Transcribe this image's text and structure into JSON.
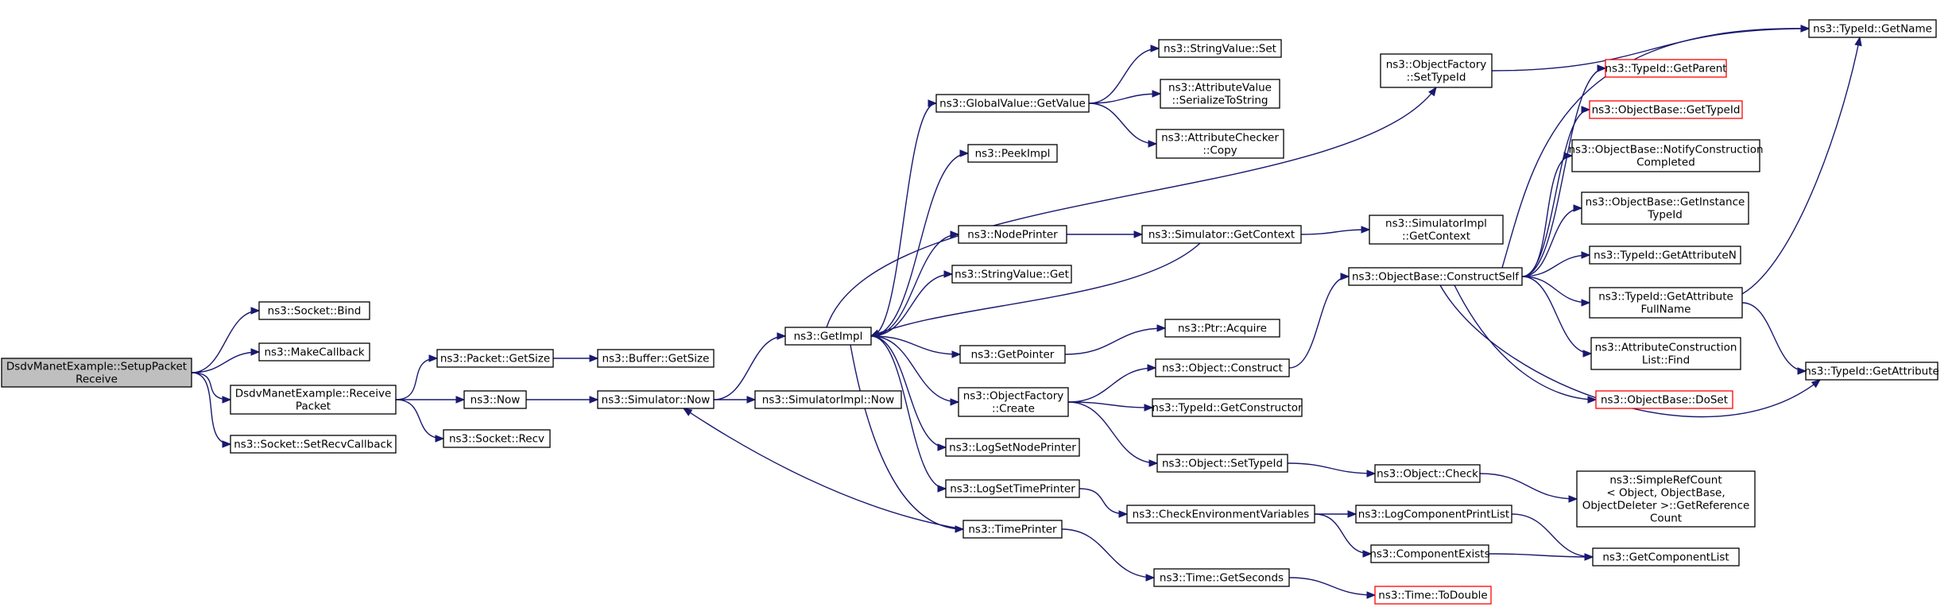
{
  "colors": {
    "edge": "#191970",
    "root_fill": "#bfbfbf",
    "red_border": "#ff0000"
  },
  "nodes": [
    {
      "id": "setup",
      "lines": [
        "DsdvManetExample::SetupPacket",
        "Receive"
      ],
      "style": "root"
    },
    {
      "id": "bind",
      "lines": [
        "ns3::Socket::Bind"
      ]
    },
    {
      "id": "makecb",
      "lines": [
        "ns3::MakeCallback"
      ]
    },
    {
      "id": "recvpkt",
      "lines": [
        "DsdvManetExample::Receive",
        "Packet"
      ]
    },
    {
      "id": "setrecvcb",
      "lines": [
        "ns3::Socket::SetRecvCallback"
      ]
    },
    {
      "id": "pktsize",
      "lines": [
        "ns3::Packet::GetSize"
      ]
    },
    {
      "id": "now",
      "lines": [
        "ns3::Now"
      ]
    },
    {
      "id": "sockrecv",
      "lines": [
        "ns3::Socket::Recv"
      ]
    },
    {
      "id": "bufsize",
      "lines": [
        "ns3::Buffer::GetSize"
      ]
    },
    {
      "id": "simnow",
      "lines": [
        "ns3::Simulator::Now"
      ]
    },
    {
      "id": "simimplnow",
      "lines": [
        "ns3::SimulatorImpl::Now"
      ]
    },
    {
      "id": "getimpl",
      "lines": [
        "ns3::GetImpl"
      ]
    },
    {
      "id": "gvgetvalue",
      "lines": [
        "ns3::GlobalValue::GetValue"
      ]
    },
    {
      "id": "peekimpl",
      "lines": [
        "ns3::PeekImpl"
      ]
    },
    {
      "id": "nodeprinter",
      "lines": [
        "ns3::NodePrinter"
      ]
    },
    {
      "id": "svget",
      "lines": [
        "ns3::StringValue::Get"
      ]
    },
    {
      "id": "getpointer",
      "lines": [
        "ns3::GetPointer"
      ]
    },
    {
      "id": "ofcreate",
      "lines": [
        "ns3::ObjectFactory",
        "::Create"
      ]
    },
    {
      "id": "logsetnode",
      "lines": [
        "ns3::LogSetNodePrinter"
      ]
    },
    {
      "id": "logsettime",
      "lines": [
        "ns3::LogSetTimePrinter"
      ]
    },
    {
      "id": "timeprinter",
      "lines": [
        "ns3::TimePrinter"
      ]
    },
    {
      "id": "svset",
      "lines": [
        "ns3::StringValue::Set"
      ]
    },
    {
      "id": "avser",
      "lines": [
        "ns3::AttributeValue",
        "::SerializeToString"
      ]
    },
    {
      "id": "accopy",
      "lines": [
        "ns3::AttributeChecker",
        "::Copy"
      ]
    },
    {
      "id": "simgetctx",
      "lines": [
        "ns3::Simulator::GetContext"
      ]
    },
    {
      "id": "ptracquire",
      "lines": [
        "ns3::Ptr::Acquire"
      ]
    },
    {
      "id": "objconstruct",
      "lines": [
        "ns3::Object::Construct"
      ]
    },
    {
      "id": "tidgetctor",
      "lines": [
        "ns3::TypeId::GetConstructor"
      ]
    },
    {
      "id": "objsettid",
      "lines": [
        "ns3::Object::SetTypeId"
      ]
    },
    {
      "id": "checkenv",
      "lines": [
        "ns3::CheckEnvironmentVariables"
      ]
    },
    {
      "id": "timegetsec",
      "lines": [
        "ns3::Time::GetSeconds"
      ]
    },
    {
      "id": "ofsettid",
      "lines": [
        "ns3::ObjectFactory",
        "::SetTypeId"
      ]
    },
    {
      "id": "simimplgetctx",
      "lines": [
        "ns3::SimulatorImpl",
        "::GetContext"
      ]
    },
    {
      "id": "obconstructself",
      "lines": [
        "ns3::ObjectBase::ConstructSelf"
      ]
    },
    {
      "id": "objcheck",
      "lines": [
        "ns3::Object::Check"
      ]
    },
    {
      "id": "logcompprint",
      "lines": [
        "ns3::LogComponentPrintList"
      ]
    },
    {
      "id": "compexists",
      "lines": [
        "ns3::ComponentExists"
      ]
    },
    {
      "id": "timetodouble",
      "lines": [
        "ns3::Time::ToDouble"
      ],
      "style": "red"
    },
    {
      "id": "tidgetparent",
      "lines": [
        "ns3::TypeId::GetParent"
      ],
      "style": "red"
    },
    {
      "id": "obgettid",
      "lines": [
        "ns3::ObjectBase::GetTypeId"
      ],
      "style": "red"
    },
    {
      "id": "obnotify",
      "lines": [
        "ns3::ObjectBase::NotifyConstruction",
        "Completed"
      ]
    },
    {
      "id": "obgetinst",
      "lines": [
        "ns3::ObjectBase::GetInstance",
        "TypeId"
      ]
    },
    {
      "id": "tidgetattrn",
      "lines": [
        "ns3::TypeId::GetAttributeN"
      ]
    },
    {
      "id": "tidgetattrfull",
      "lines": [
        "ns3::TypeId::GetAttribute",
        "FullName"
      ]
    },
    {
      "id": "acfind",
      "lines": [
        "ns3::AttributeConstruction",
        "List::Find"
      ]
    },
    {
      "id": "obdoset",
      "lines": [
        "ns3::ObjectBase::DoSet"
      ],
      "style": "red"
    },
    {
      "id": "simplerefcount",
      "lines": [
        "ns3::SimpleRefCount",
        "< Object, ObjectBase,",
        "ObjectDeleter >::GetReference",
        "Count"
      ]
    },
    {
      "id": "getcomplist",
      "lines": [
        "ns3::GetComponentList"
      ]
    },
    {
      "id": "tidgetname",
      "lines": [
        "ns3::TypeId::GetName"
      ]
    },
    {
      "id": "tidgetattr",
      "lines": [
        "ns3::TypeId::GetAttribute"
      ]
    }
  ],
  "edges": [
    [
      "setup",
      "bind"
    ],
    [
      "setup",
      "makecb"
    ],
    [
      "setup",
      "recvpkt"
    ],
    [
      "setup",
      "setrecvcb"
    ],
    [
      "recvpkt",
      "pktsize"
    ],
    [
      "recvpkt",
      "now"
    ],
    [
      "recvpkt",
      "sockrecv"
    ],
    [
      "pktsize",
      "bufsize"
    ],
    [
      "now",
      "simnow"
    ],
    [
      "simnow",
      "simimplnow"
    ],
    [
      "simnow",
      "getimpl"
    ],
    [
      "getimpl",
      "gvgetvalue"
    ],
    [
      "getimpl",
      "peekimpl"
    ],
    [
      "getimpl",
      "nodeprinter"
    ],
    [
      "getimpl",
      "svget"
    ],
    [
      "getimpl",
      "getpointer"
    ],
    [
      "getimpl",
      "ofcreate"
    ],
    [
      "getimpl",
      "logsetnode"
    ],
    [
      "getimpl",
      "logsettime"
    ],
    [
      "getimpl",
      "timeprinter"
    ],
    [
      "getimpl",
      "ofsettid"
    ],
    [
      "gvgetvalue",
      "svset"
    ],
    [
      "gvgetvalue",
      "avser"
    ],
    [
      "gvgetvalue",
      "accopy"
    ],
    [
      "nodeprinter",
      "simgetctx"
    ],
    [
      "simgetctx",
      "simimplgetctx"
    ],
    [
      "simgetctx",
      "getimpl"
    ],
    [
      "getpointer",
      "ptracquire"
    ],
    [
      "ofcreate",
      "objconstruct"
    ],
    [
      "ofcreate",
      "tidgetctor"
    ],
    [
      "ofcreate",
      "objsettid"
    ],
    [
      "objconstruct",
      "obconstructself"
    ],
    [
      "objsettid",
      "objcheck"
    ],
    [
      "objcheck",
      "simplerefcount"
    ],
    [
      "logsettime",
      "checkenv"
    ],
    [
      "checkenv",
      "logcompprint"
    ],
    [
      "checkenv",
      "compexists"
    ],
    [
      "logcompprint",
      "getcomplist"
    ],
    [
      "compexists",
      "getcomplist"
    ],
    [
      "timeprinter",
      "simnow"
    ],
    [
      "timeprinter",
      "timegetsec"
    ],
    [
      "timegetsec",
      "timetodouble"
    ],
    [
      "ofsettid",
      "tidgetname"
    ],
    [
      "obconstructself",
      "tidgetname"
    ],
    [
      "obconstructself",
      "tidgetparent"
    ],
    [
      "obconstructself",
      "obgettid"
    ],
    [
      "obconstructself",
      "obnotify"
    ],
    [
      "obconstructself",
      "obgetinst"
    ],
    [
      "obconstructself",
      "tidgetattrn"
    ],
    [
      "obconstructself",
      "tidgetattrfull"
    ],
    [
      "obconstructself",
      "acfind"
    ],
    [
      "obconstructself",
      "obdoset"
    ],
    [
      "obconstructself",
      "tidgetattr"
    ],
    [
      "tidgetattrfull",
      "tidgetname"
    ],
    [
      "tidgetattrfull",
      "tidgetattr"
    ]
  ]
}
